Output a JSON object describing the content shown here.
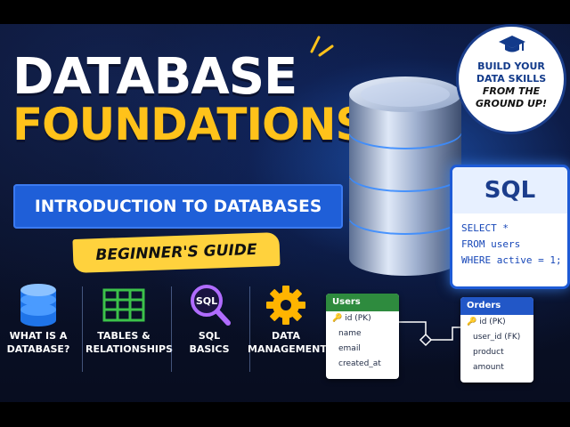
{
  "title": {
    "line1": "DATABASE",
    "line2": "FOUNDATIONS",
    "subtitle": "INTRODUCTION TO DATABASES",
    "tag": "BEGINNER'S GUIDE"
  },
  "badge": {
    "line1": "BUILD YOUR",
    "line2": "DATA SKILLS",
    "line3": "FROM THE",
    "line4": "GROUND UP!",
    "icon": "graduation-cap-icon"
  },
  "sql_card": {
    "header": "SQL",
    "code": [
      "SELECT *",
      "FROM users",
      "WHERE active = 1;"
    ]
  },
  "features": [
    {
      "icon": "database-icon",
      "label1": "WHAT IS A",
      "label2": "DATABASE?"
    },
    {
      "icon": "table-grid-icon",
      "label1": "TABLES &",
      "label2": "RELATIONSHIPS"
    },
    {
      "icon": "sql-search-icon",
      "icon_text": "SQL",
      "label1": "SQL",
      "label2": "BASICS"
    },
    {
      "icon": "gear-icon",
      "label1": "DATA",
      "label2": "MANAGEMENT"
    }
  ],
  "er": {
    "users": {
      "name": "Users",
      "fields": [
        "id (PK)",
        "name",
        "email",
        "created_at"
      ]
    },
    "orders": {
      "name": "Orders",
      "fields": [
        "id (PK)",
        "user_id (FK)",
        "product",
        "amount"
      ]
    }
  },
  "colors": {
    "background": "#0a1024",
    "title_white": "#ffffff",
    "title_yellow": "#ffc21a",
    "subtitle_blue": "#1f5fd8",
    "tag_yellow": "#ffd23d",
    "users_header": "#2e8b3e",
    "orders_header": "#2257c7"
  }
}
